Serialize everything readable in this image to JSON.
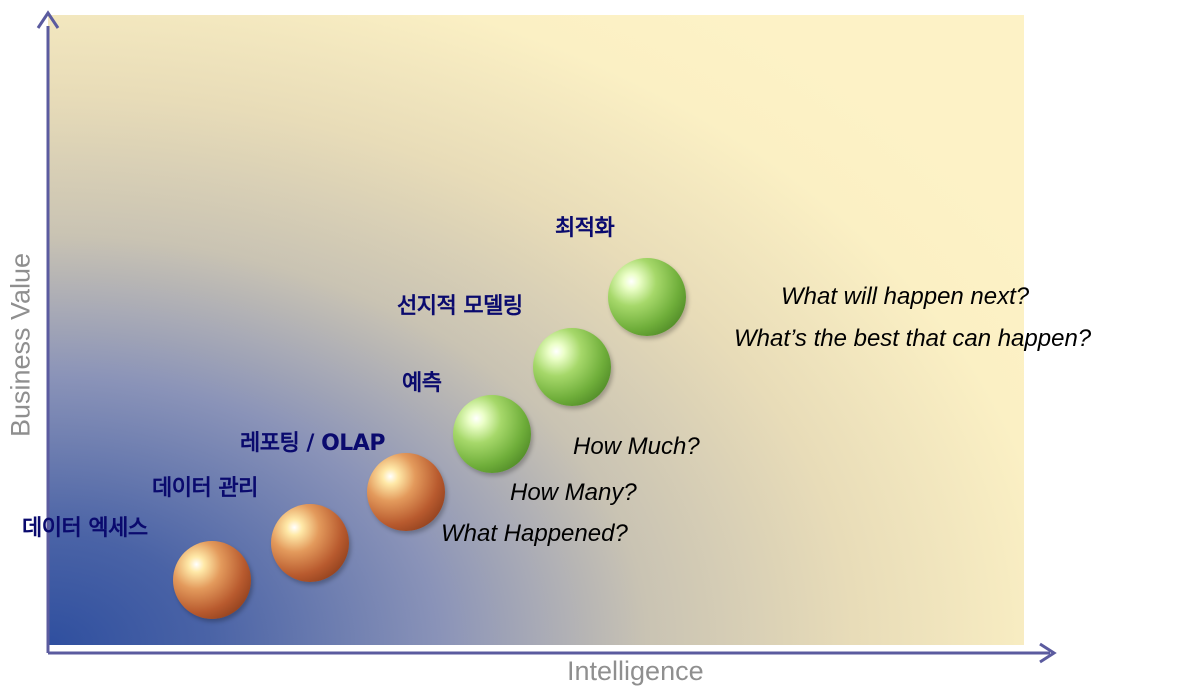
{
  "axes": {
    "x_label": "Intelligence",
    "y_label": "Business Value"
  },
  "stages": [
    {
      "label": "데이터 엑세스",
      "color": "orange"
    },
    {
      "label": "데이터 관리",
      "color": "orange"
    },
    {
      "label": "레포팅 / OLAP",
      "color": "orange"
    },
    {
      "label": "예측",
      "color": "green"
    },
    {
      "label": "선지적 모델링",
      "color": "green"
    },
    {
      "label": "최적화",
      "color": "green"
    }
  ],
  "questions": [
    "What Happened?",
    "How Many?",
    "How Much?",
    "What will happen next?",
    "What’s the best that can happen?"
  ],
  "colors": {
    "axis": "#5b5b9f",
    "stage_text": "#0a0a6e",
    "sphere_orange": "#b85a2e",
    "sphere_green": "#6fae3a",
    "background_light": "#fdf2c6",
    "background_dark": "#2f4f9f"
  }
}
